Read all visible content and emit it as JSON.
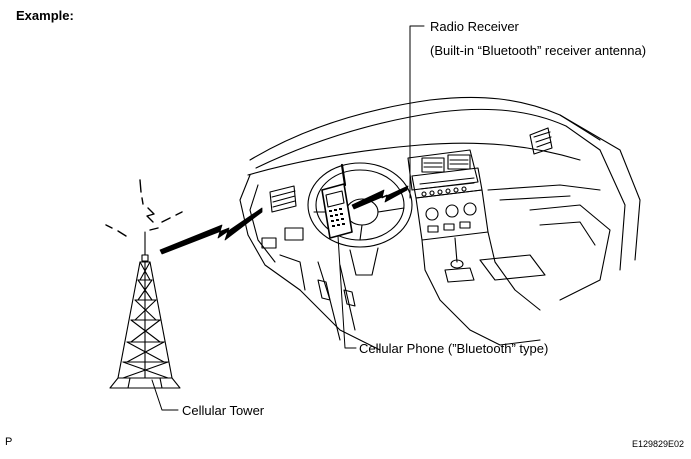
{
  "heading": "Example:",
  "labels": {
    "radio_receiver": "Radio Receiver",
    "receiver_antenna": "(Built-in “Bluetooth” receiver antenna)",
    "cellular_phone": "Cellular Phone (”Bluetooth” type)",
    "cellular_tower": "Cellular Tower"
  },
  "footer": {
    "left_mark": "P",
    "figure_code": "E129829E02"
  }
}
